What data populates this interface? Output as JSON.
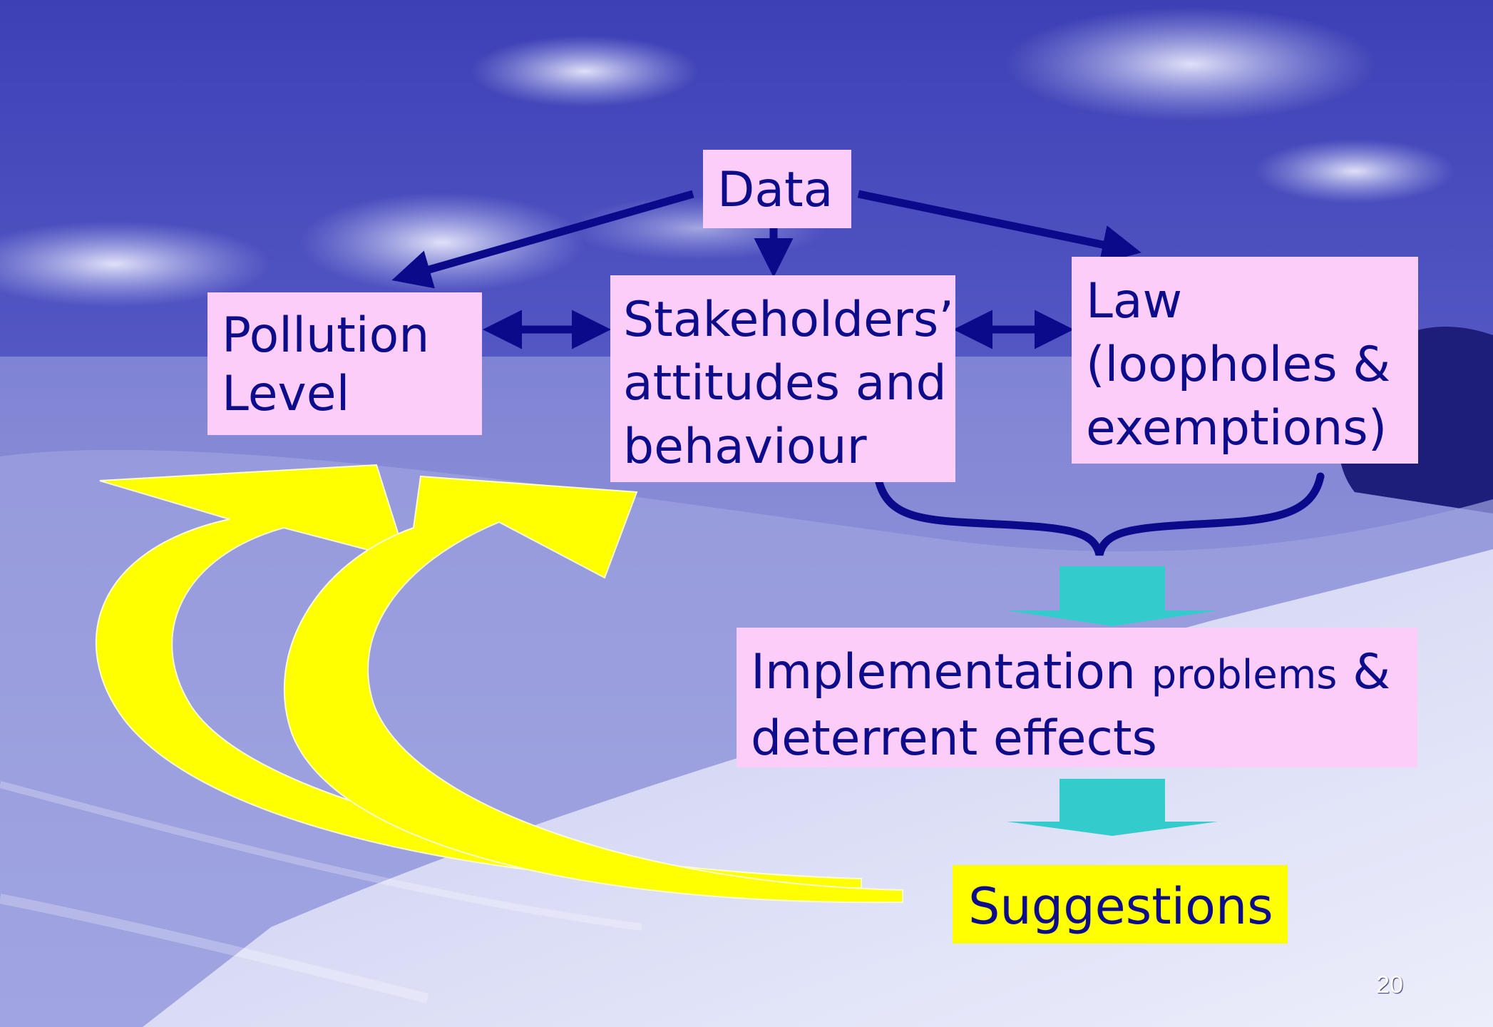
{
  "diagram": {
    "nodes": {
      "data": "Data",
      "pollution": {
        "line1": "Pollution",
        "line2": "Level"
      },
      "stakeholders": {
        "line1": "Stakeholders’",
        "line2": "attitudes and",
        "line3": "behaviour"
      },
      "law": {
        "line1": "Law",
        "line2": "(loopholes &",
        "line3": "exemptions)"
      },
      "implementation": {
        "part1": "Implementation ",
        "part2_small": "problems",
        "part3": " &",
        "line2": "deterrent effects"
      },
      "suggestions": "Suggestions"
    },
    "edges": [
      {
        "from": "Data",
        "to": "Pollution Level",
        "style": "arrow"
      },
      {
        "from": "Data",
        "to": "Stakeholders’ attitudes and behaviour",
        "style": "arrow"
      },
      {
        "from": "Data",
        "to": "Law (loopholes & exemptions)",
        "style": "arrow"
      },
      {
        "from": "Pollution Level",
        "to": "Stakeholders’ attitudes and behaviour",
        "style": "double-arrow"
      },
      {
        "from": "Stakeholders’ attitudes and behaviour",
        "to": "Law (loopholes & exemptions)",
        "style": "double-arrow"
      },
      {
        "from": "Stakeholders’ attitudes and behaviour + Law (loopholes & exemptions)",
        "to": "Implementation problems & deterrent effects",
        "style": "brace-arrow"
      },
      {
        "from": "Implementation problems & deterrent effects",
        "to": "Suggestions",
        "style": "block-arrow"
      },
      {
        "from": "Suggestions",
        "to": "Pollution Level",
        "style": "curved-feedback-arrow"
      },
      {
        "from": "Suggestions",
        "to": "Stakeholders’ attitudes and behaviour",
        "style": "curved-feedback-arrow"
      }
    ]
  },
  "slide_number": "20",
  "colors": {
    "box_pink": "#fbcdf8",
    "box_yellow": "#ffff00",
    "text_navy": "#0d0d8c",
    "arrow_navy": "#0a0a8a",
    "arrow_teal": "#33cccc",
    "feedback_yellow": "#ffff00",
    "background_sky": "#4a4fc0"
  }
}
